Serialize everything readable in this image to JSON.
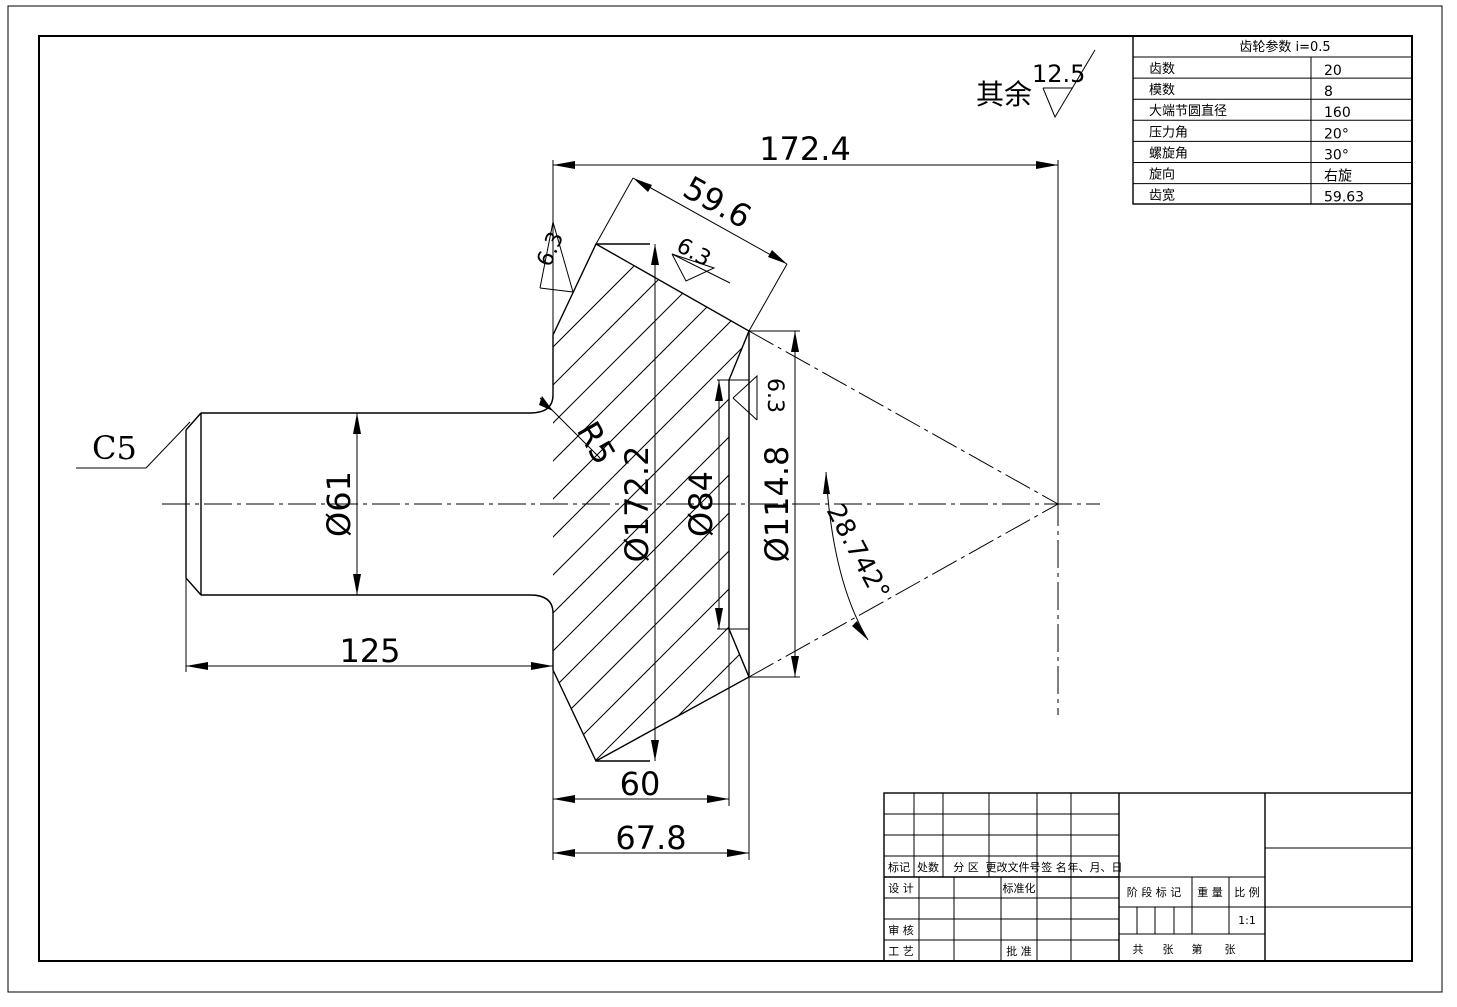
{
  "gear_table": {
    "title": "齿轮参数 i=0.5",
    "rows": [
      {
        "label": "齿数",
        "value": "20"
      },
      {
        "label": "模数",
        "value": "8"
      },
      {
        "label": "大端节圆直径",
        "value": "160"
      },
      {
        "label": "压力角",
        "value": "20°"
      },
      {
        "label": "螺旋角",
        "value": "30°"
      },
      {
        "label": "旋向",
        "value": "右旋"
      },
      {
        "label": "齿宽",
        "value": "59.63"
      }
    ]
  },
  "roughness_note": {
    "prefix": "其余",
    "value": "12.5"
  },
  "dimensions": {
    "overall_length": "172.4",
    "face_width": "59.6",
    "roughness_1": "6.3",
    "roughness_2": "6.3",
    "roughness_3": "6.3",
    "chamfer": "C5",
    "radius": "R5",
    "dia_61": "Ø61",
    "dia_172": "Ø172.2",
    "dia_84": "Ø84",
    "dia_114": "Ø114.8",
    "angle": "28.742°",
    "len_125": "125",
    "len_60": "60",
    "len_67": "67.8"
  },
  "title_block": {
    "rev_headers": [
      "标记",
      "处数",
      "分 区",
      "更改文件号",
      "签 名",
      "年、月、日"
    ],
    "sign_labels": [
      "设 计",
      "标准化",
      "审 核",
      "工 艺",
      "批 准"
    ],
    "stage_labels": [
      "阶 段 标 记",
      "重 量",
      "比 例"
    ],
    "scale": "1:1",
    "sheet_labels": [
      "共",
      "张",
      "第",
      "张"
    ]
  }
}
